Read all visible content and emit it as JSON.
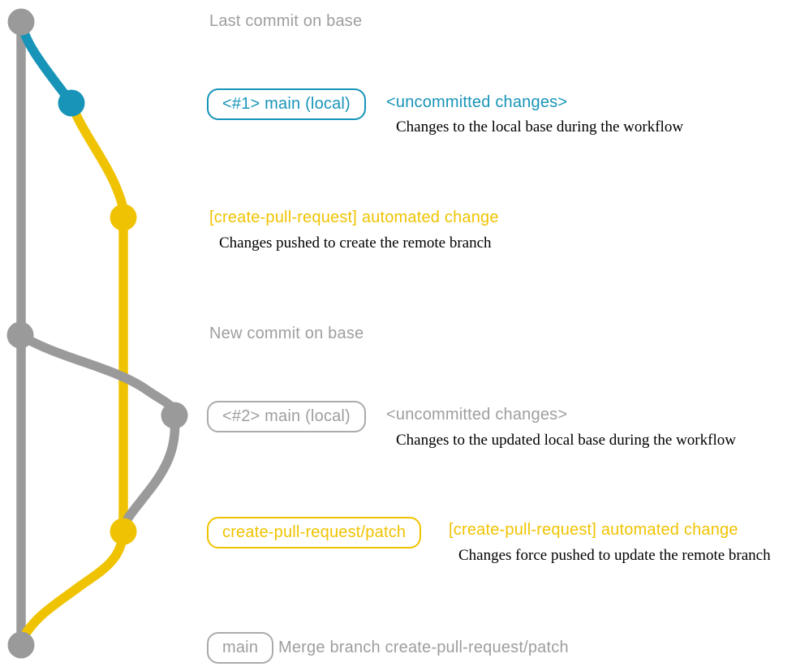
{
  "colors": {
    "gray": "#9a9a9a",
    "gray_text": "#9e9e9e",
    "gray_border": "#ababab",
    "teal": "#1794b8",
    "yellow": "#f0c302",
    "caption": "#000000",
    "bg": "#ffffff"
  },
  "graph": {
    "branch_colors": {
      "base": "#9a9a9a",
      "local_main": "#1794b8",
      "remote_patch": "#f0c302"
    },
    "commit_nodes": [
      {
        "color": "gray",
        "label": "Last commit on base"
      },
      {
        "color": "teal",
        "label": "<#1> main (local)"
      },
      {
        "color": "yellow",
        "label": "[create-pull-request] automated change"
      },
      {
        "color": "gray",
        "label": "New commit on base"
      },
      {
        "color": "gray",
        "label": "<#2> main (local)"
      },
      {
        "color": "yellow",
        "label": "create-pull-request/patch"
      },
      {
        "color": "gray",
        "label": "main"
      }
    ]
  },
  "annotations": {
    "last_commit": "Last commit on base",
    "row1": {
      "badge": "<#1> main (local)",
      "status": "<uncommitted changes>",
      "caption": "Changes to the local base during the workflow"
    },
    "row2": {
      "title": "[create-pull-request] automated change",
      "caption": "Changes pushed to create the remote branch"
    },
    "new_commit": "New commit on base",
    "row3": {
      "badge": "<#2> main (local)",
      "status": "<uncommitted changes>",
      "caption": "Changes to the updated local base during the workflow"
    },
    "row4": {
      "badge": "create-pull-request/patch",
      "title": "[create-pull-request] automated change",
      "caption": "Changes force pushed to update the remote branch"
    },
    "row5": {
      "badge": "main",
      "text": "Merge branch create-pull-request/patch"
    }
  }
}
